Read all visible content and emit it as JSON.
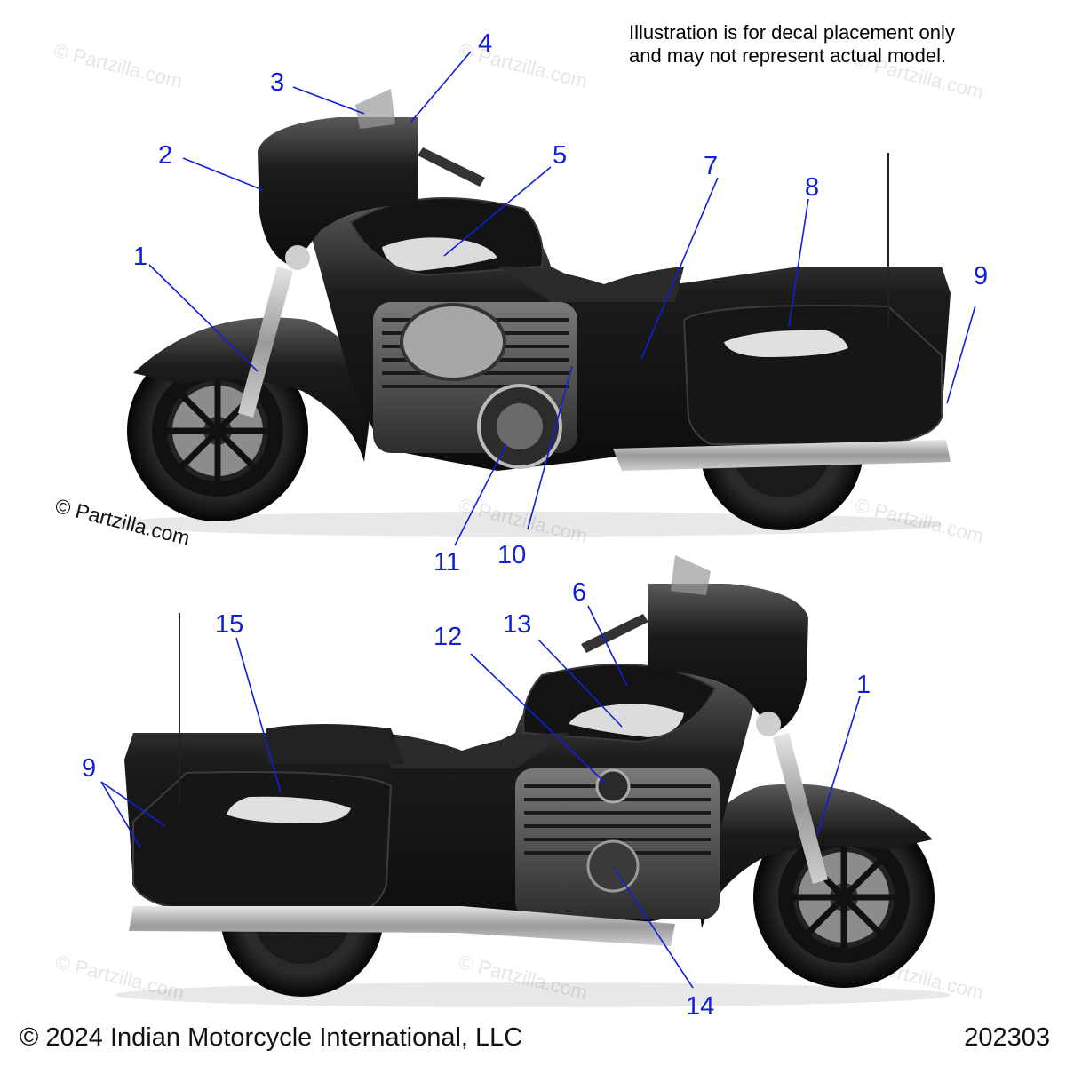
{
  "note": {
    "line1": "Illustration is for decal placement only",
    "line2": "and may not represent actual model."
  },
  "watermark": "© Partzilla.com",
  "footer": {
    "copyright": "© 2024 Indian Motorcycle International, LLC",
    "diagram_id": "202303"
  },
  "callouts": {
    "left_view": [
      "1",
      "2",
      "3",
      "4",
      "5",
      "7",
      "8",
      "9",
      "10",
      "11"
    ],
    "right_view": [
      "1",
      "6",
      "9",
      "12",
      "13",
      "14",
      "15"
    ]
  },
  "colors": {
    "callout": "#1020d8",
    "bike_body": "#1a1a1a",
    "chrome": "#b8b8b8"
  }
}
